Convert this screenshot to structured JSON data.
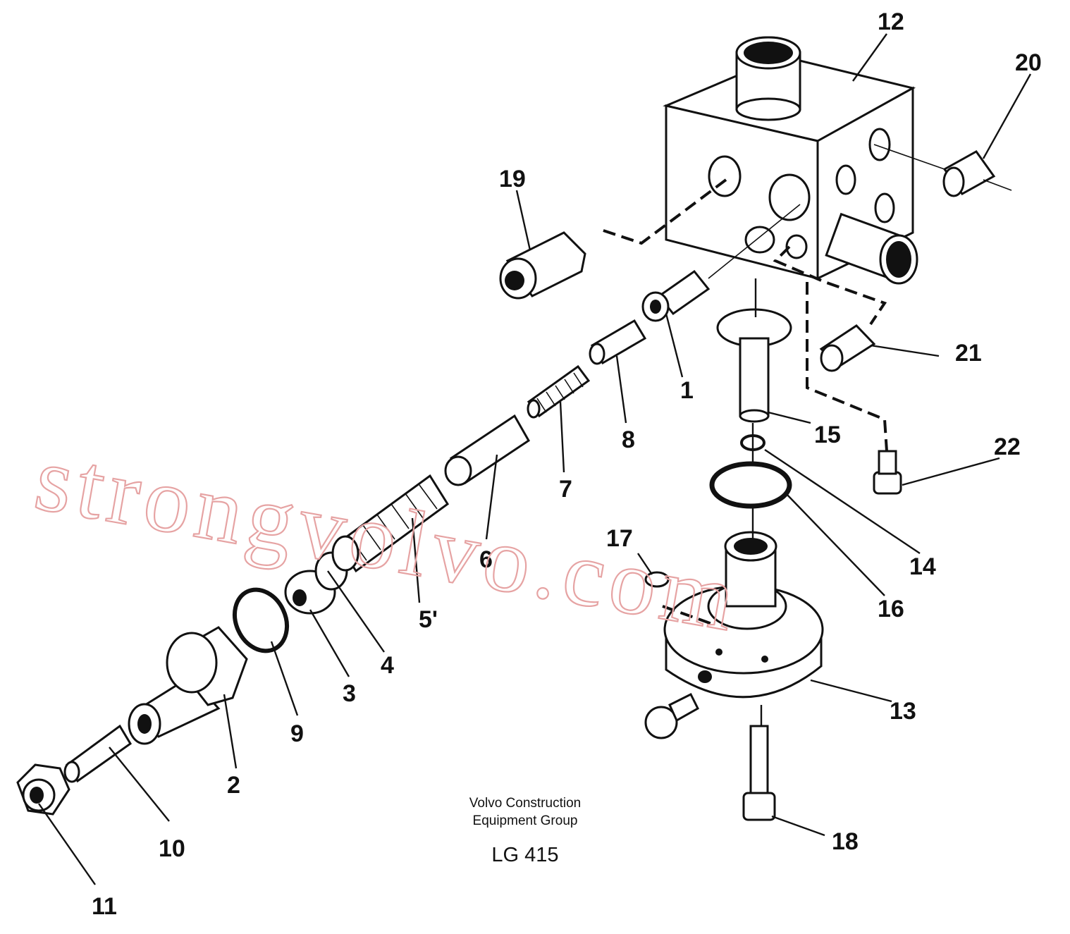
{
  "callouts": {
    "c1": "1",
    "c2": "2",
    "c3": "3",
    "c4": "4",
    "c5": "5'",
    "c6": "6",
    "c7": "7",
    "c8": "8",
    "c9": "9",
    "c10": "10",
    "c11": "11",
    "c12": "12",
    "c13": "13",
    "c14": "14",
    "c15": "15",
    "c16": "16",
    "c17": "17",
    "c18": "18",
    "c19": "19",
    "c20": "20",
    "c21": "21",
    "c22": "22"
  },
  "caption": {
    "line1": "Volvo Construction",
    "line2": "Equipment Group",
    "code": "LG 415"
  },
  "watermark": "strongvolvo.com"
}
